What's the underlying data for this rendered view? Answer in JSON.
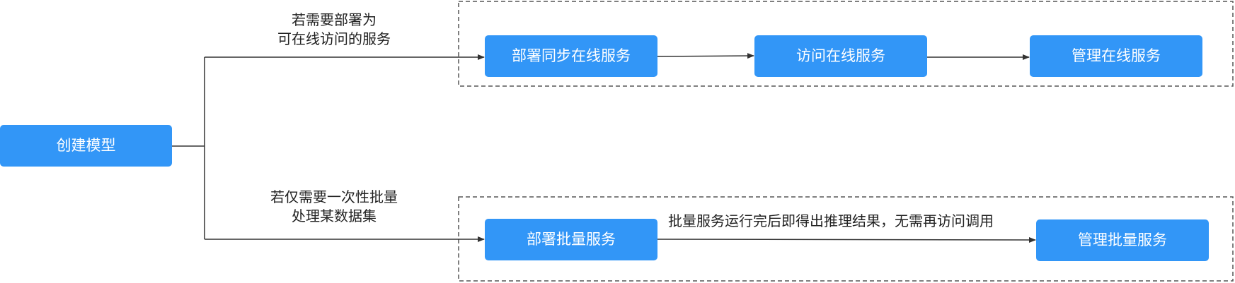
{
  "nodes": {
    "create_model": "创建模型",
    "deploy_sync": "部署同步在线服务",
    "access_online": "访问在线服务",
    "manage_online": "管理在线服务",
    "deploy_batch": "部署批量服务",
    "manage_batch": "管理批量服务"
  },
  "conditions": {
    "online": [
      "若需要部署为",
      "可在线访问的服务"
    ],
    "batch": [
      "若仅需要一次性批量",
      "处理某数据集"
    ]
  },
  "edge_labels": {
    "batch_flow": "批量服务运行完后即得出推理结果，无需再访问调用"
  },
  "colors": {
    "node_fill": "#3296F7",
    "node_text": "#FFFFFF",
    "line": "#333333",
    "dashed_border": "#555555"
  }
}
